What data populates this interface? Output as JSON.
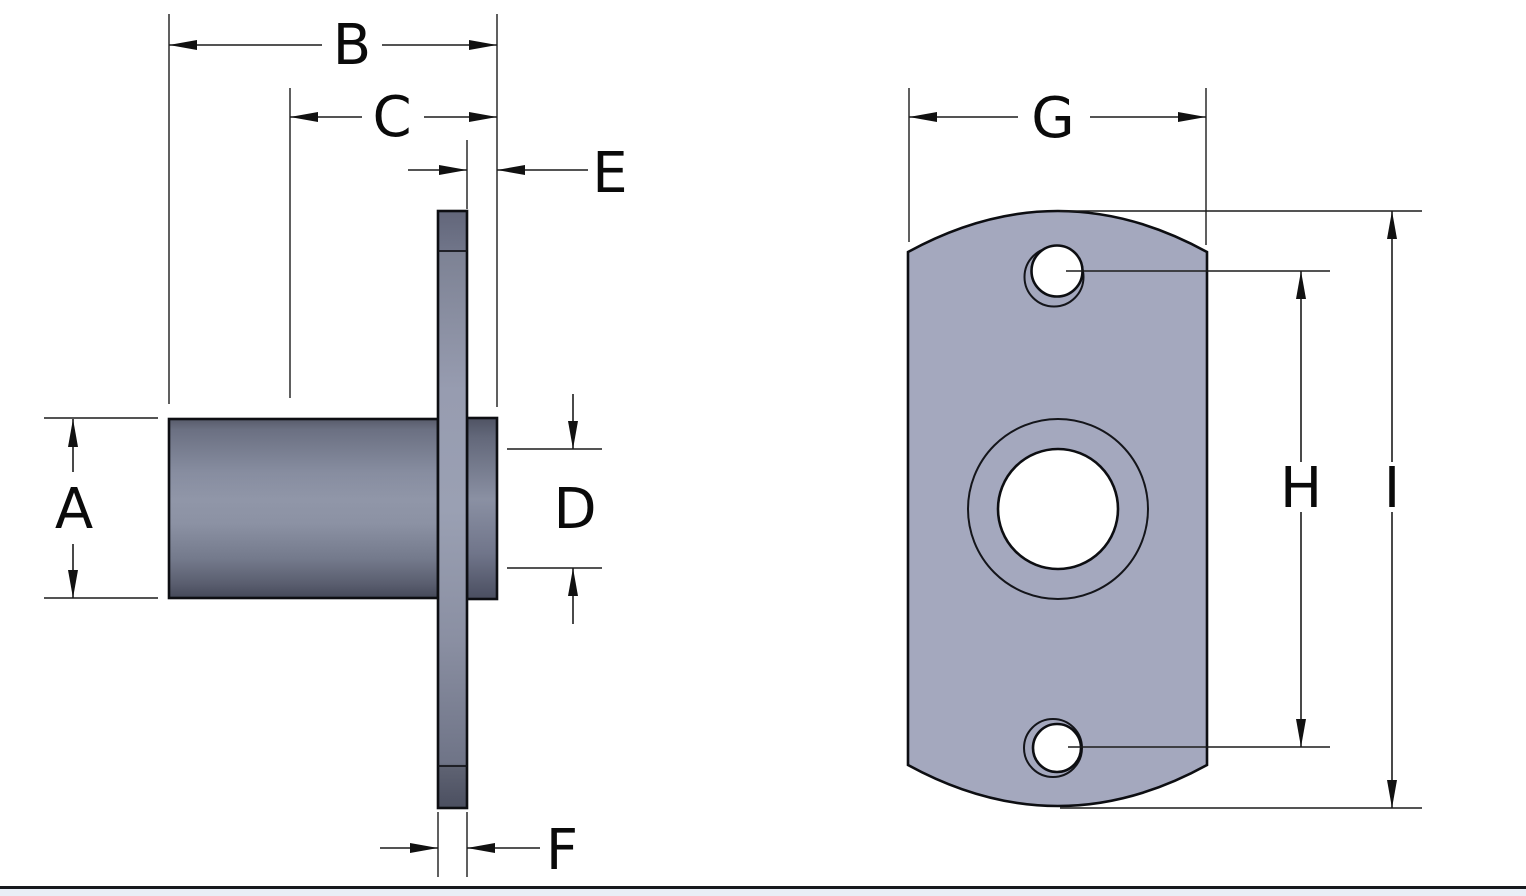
{
  "drawing": {
    "kind": "two-view technical dimension drawing of a flanged bushing",
    "views": [
      {
        "name": "side-view",
        "dimension_labels": [
          "A",
          "B",
          "C",
          "D",
          "E",
          "F"
        ]
      },
      {
        "name": "front-view",
        "dimension_labels": [
          "G",
          "H",
          "I"
        ]
      }
    ]
  },
  "labels": {
    "dim_a": "A",
    "dim_b": "B",
    "dim_c": "C",
    "dim_d": "D",
    "dim_e": "E",
    "dim_f": "F",
    "dim_g": "G",
    "dim_h": "H",
    "dim_i": "I"
  },
  "colors": {
    "background": "#ffffff",
    "line": "#1c1c1c",
    "outline": "#0d0e12",
    "part_mid": "#9096a8",
    "part_light": "#9aa0b3",
    "part_dark": "#4f5363",
    "flange_plate_front": "#a4a8be",
    "hole_fill": "#ffffff",
    "footer_border": "#17191d",
    "footer_strip": "#e9eef6"
  }
}
